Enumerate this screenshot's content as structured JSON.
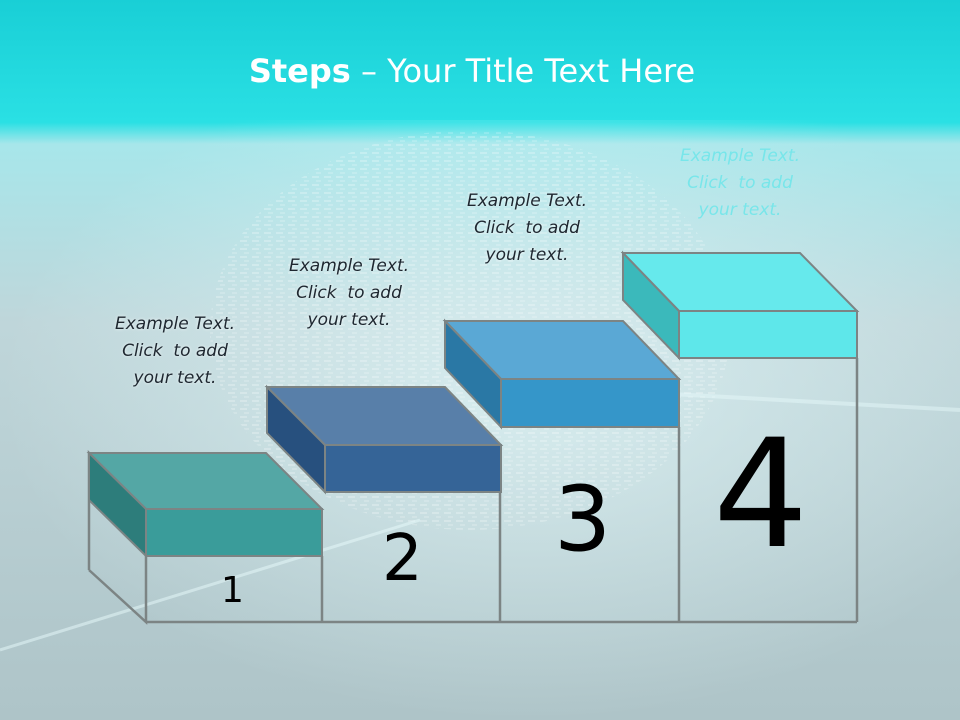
{
  "title": {
    "bold": "Steps",
    "rest": " – Your Title Text Here"
  },
  "steps": [
    {
      "number": "1",
      "label_lines": [
        "Example Text.",
        "Click  to add",
        "your text."
      ]
    },
    {
      "number": "2",
      "label_lines": [
        "Example Text.",
        "Click  to add",
        "your text."
      ]
    },
    {
      "number": "3",
      "label_lines": [
        "Example Text.",
        "Click  to add",
        "your text."
      ]
    },
    {
      "number": "4",
      "label_lines": [
        "Example Text.",
        "Click  to add",
        "your text."
      ]
    }
  ],
  "colors": {
    "header_teal": "#22dbe0",
    "background": "#b4c9cc",
    "step1_face": "#3a9c9a",
    "step2_face": "#356497",
    "step3_face": "#3596c9",
    "step4_face": "#5ee7ea",
    "outline": "#7c8484"
  }
}
